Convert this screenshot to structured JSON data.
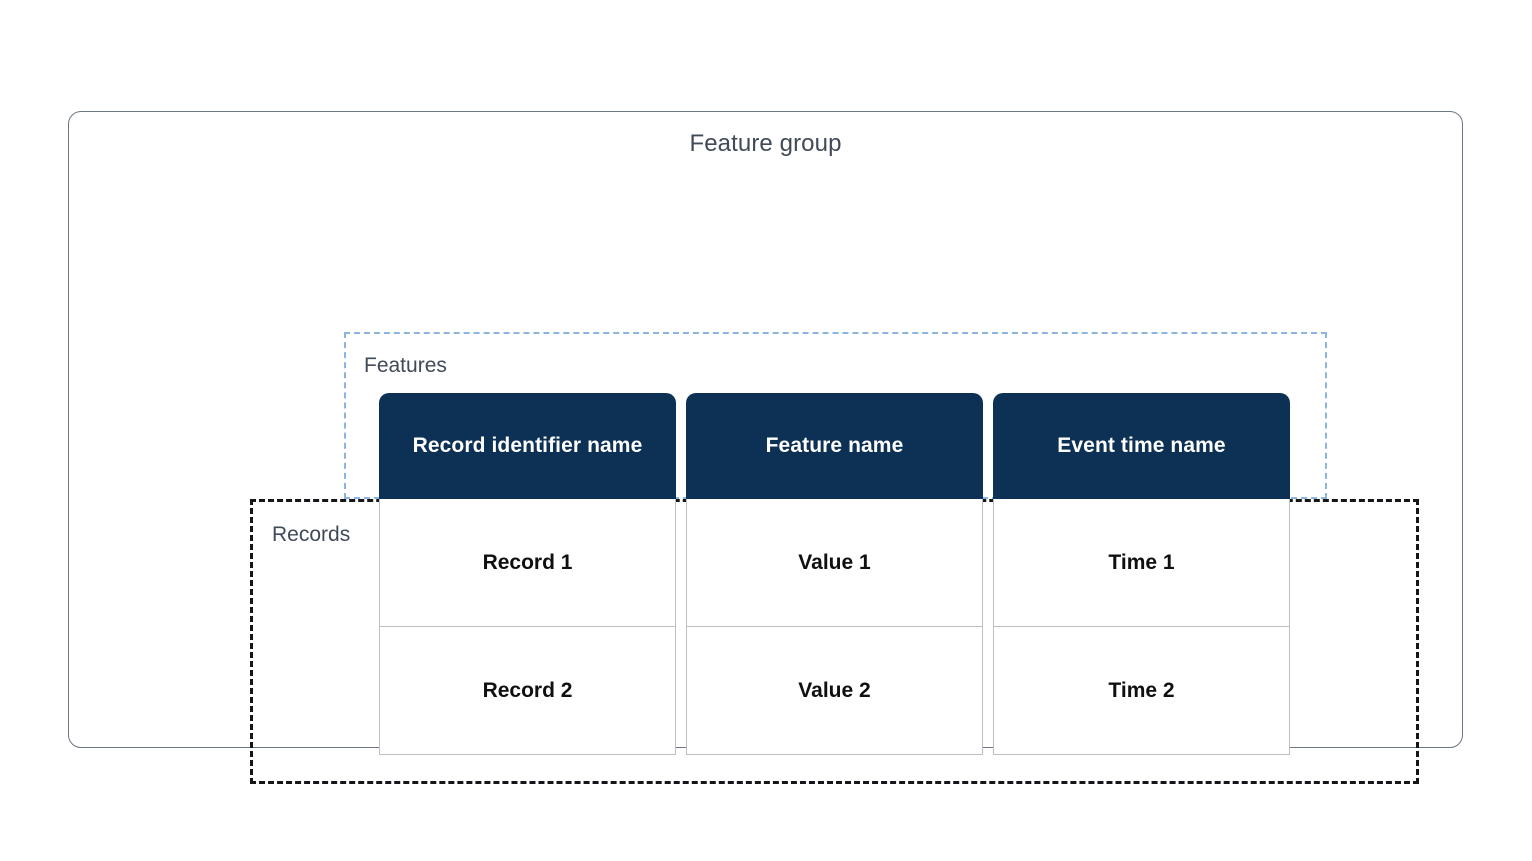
{
  "diagram": {
    "title": "Feature group",
    "regions": {
      "features": {
        "label": "Features",
        "border_color": "#8cb4e2",
        "border_style": "dashed"
      },
      "records": {
        "label": "Records",
        "border_color": "#15151a",
        "border_style": "dashed"
      }
    },
    "colors": {
      "header_background": "#0d3055",
      "header_text": "#ffffff",
      "cell_text": "#101010",
      "cell_border": "#bfbfbf",
      "container_border": "#6c7684",
      "label_text": "#414a58",
      "page_background": "#ffffff"
    },
    "table": {
      "columns": [
        {
          "header": "Record identifier name",
          "cells": [
            "Record 1",
            "Record 2"
          ]
        },
        {
          "header": "Feature name",
          "cells": [
            "Value 1",
            "Value 2"
          ]
        },
        {
          "header": "Event time name",
          "cells": [
            "Time 1",
            "Time 2"
          ]
        }
      ]
    }
  }
}
